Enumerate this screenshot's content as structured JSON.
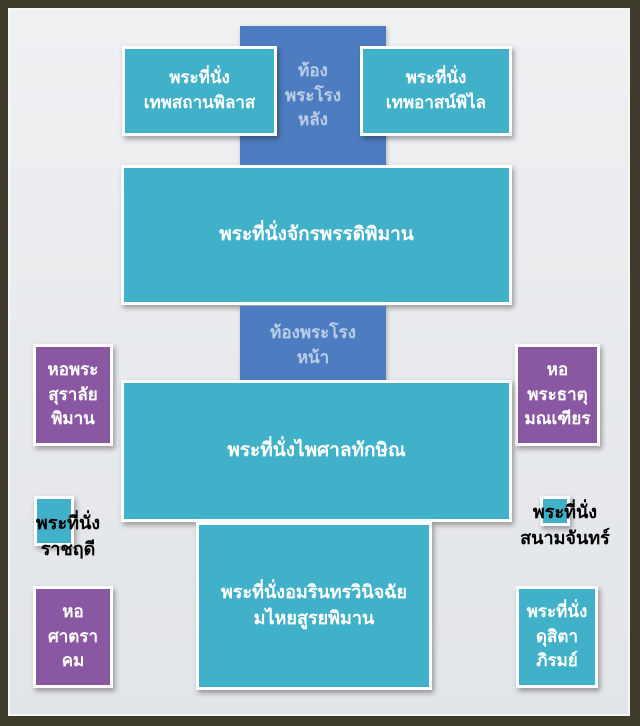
{
  "nodes": {
    "top_hall": "ท้อง\nพระโรง\nหลัง",
    "tep_sathan": "พระที่นั่ง\nเทพสถานพิลาส",
    "tep_asa": "พระที่นั่ง\nเทพอาสน์พิไล",
    "chakkraphat": "พระที่นั่งจักรพรรดิพิมาน",
    "front_hall": "ท้องพระโรง\nหน้า",
    "hor_sura": "หอพระ\nสุราลัย\nพิมาน",
    "hor_phrathat": "หอ\nพระธาตุ\nมณเฑียร",
    "phaisan": "พระที่นั่งไพศาลทักษิณ",
    "ratcharuedee": "พระที่นั่ง\nราชฤดี",
    "sanamchan": "พระที่นั่ง\nสนามจันทร์",
    "amarin": "พระที่นั่งอมรินทรวินิจฉัย\nมไหยสูรยพิมาน",
    "hor_satra": "หอ\nศาตรา\nคม",
    "dusita": "พระที่นั่ง\nดุสิตา\nภิรมย์"
  },
  "colors": {
    "teal": "#40b1c9",
    "purple": "#8a57a2",
    "blue": "#4d7dc0",
    "background": "#e6e8eb",
    "border": "#3e3a2c"
  }
}
